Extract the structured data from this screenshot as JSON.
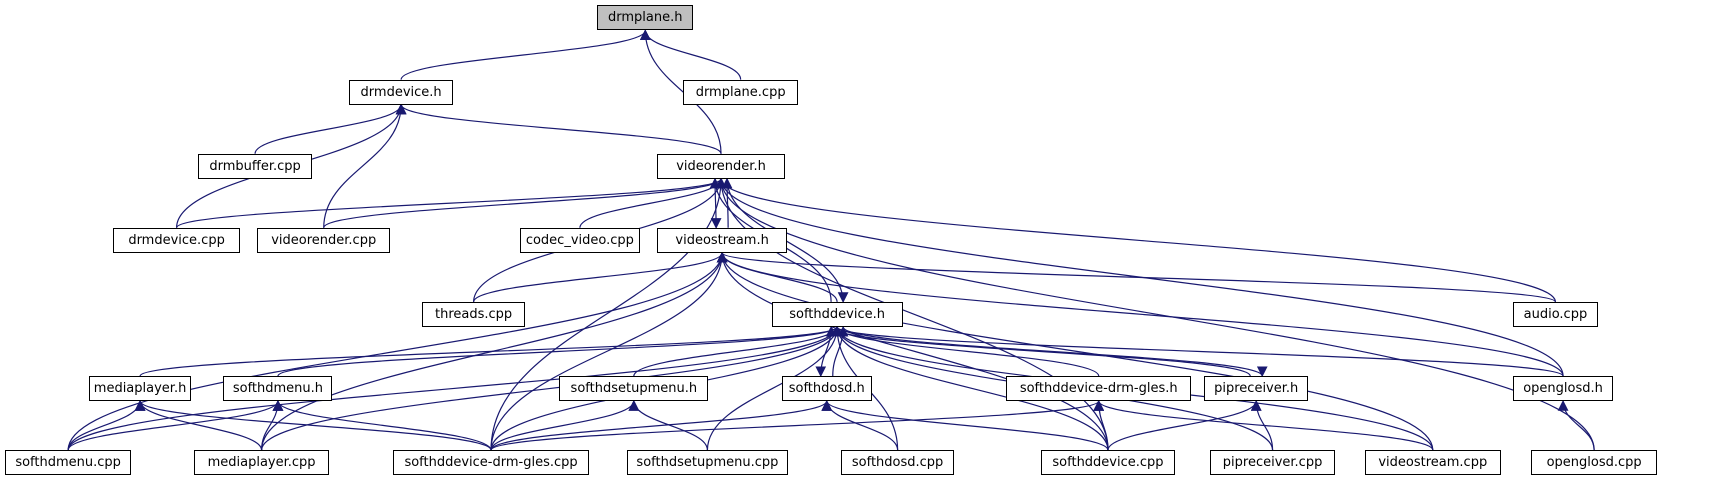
{
  "graph": {
    "type": "include-dependency-graph",
    "root": "drmplane.h",
    "colors": {
      "edge": "#191970",
      "node_border": "#000000",
      "root_fill": "#bfbfbf",
      "node_fill": "#ffffff"
    },
    "nodes": [
      "drmplane.h",
      "drmdevice.h",
      "drmplane.cpp",
      "drmbuffer.cpp",
      "videorender.h",
      "drmdevice.cpp",
      "videorender.cpp",
      "codec_video.cpp",
      "videostream.h",
      "threads.cpp",
      "audio.cpp",
      "softhddevice.h",
      "mediaplayer.h",
      "softhdmenu.h",
      "softhdsetupmenu.h",
      "softhdosd.h",
      "softhddevice-drm-gles.h",
      "pipreceiver.h",
      "openglosd.h",
      "softhdmenu.cpp",
      "mediaplayer.cpp",
      "softhddevice-drm-gles.cpp",
      "softhdsetupmenu.cpp",
      "softhdosd.cpp",
      "softhddevice.cpp",
      "pipreceiver.cpp",
      "videostream.cpp",
      "openglosd.cpp"
    ],
    "edges": [
      [
        "drmdevice.h",
        "drmplane.h"
      ],
      [
        "videorender.h",
        "drmplane.h"
      ],
      [
        "drmplane.cpp",
        "drmplane.h"
      ],
      [
        "drmbuffer.cpp",
        "drmdevice.h"
      ],
      [
        "drmdevice.cpp",
        "drmdevice.h"
      ],
      [
        "videorender.cpp",
        "drmdevice.h"
      ],
      [
        "videorender.h",
        "drmdevice.h"
      ],
      [
        "drmdevice.cpp",
        "videorender.h"
      ],
      [
        "videorender.cpp",
        "videorender.h"
      ],
      [
        "codec_video.cpp",
        "videorender.h"
      ],
      [
        "videostream.h",
        "videorender.h"
      ],
      [
        "threads.cpp",
        "videorender.h"
      ],
      [
        "softhddevice.h",
        "videorender.h"
      ],
      [
        "softhddevice-drm-gles.cpp",
        "videorender.h"
      ],
      [
        "audio.cpp",
        "videorender.h"
      ],
      [
        "openglosd.h",
        "videorender.h"
      ],
      [
        "softhddevice.cpp",
        "videorender.h"
      ],
      [
        "openglosd.cpp",
        "videorender.h"
      ],
      [
        "videorender.h",
        "videostream.h"
      ],
      [
        "threads.cpp",
        "videostream.h"
      ],
      [
        "softhddevice.h",
        "videostream.h"
      ],
      [
        "softhdmenu.cpp",
        "videostream.h"
      ],
      [
        "mediaplayer.cpp",
        "videostream.h"
      ],
      [
        "softhddevice-drm-gles.cpp",
        "videostream.h"
      ],
      [
        "audio.cpp",
        "videostream.h"
      ],
      [
        "openglosd.h",
        "videostream.h"
      ],
      [
        "softhddevice.cpp",
        "videostream.h"
      ],
      [
        "videostream.cpp",
        "videostream.h"
      ],
      [
        "videorender.h",
        "softhddevice.h"
      ],
      [
        "mediaplayer.h",
        "softhddevice.h"
      ],
      [
        "softhdmenu.h",
        "softhddevice.h"
      ],
      [
        "softhdsetupmenu.h",
        "softhddevice.h"
      ],
      [
        "softhdosd.h",
        "softhddevice.h"
      ],
      [
        "softhddevice-drm-gles.h",
        "softhddevice.h"
      ],
      [
        "pipreceiver.h",
        "softhddevice.h"
      ],
      [
        "openglosd.h",
        "softhddevice.h"
      ],
      [
        "softhdmenu.cpp",
        "softhddevice.h"
      ],
      [
        "mediaplayer.cpp",
        "softhddevice.h"
      ],
      [
        "softhddevice-drm-gles.cpp",
        "softhddevice.h"
      ],
      [
        "softhdsetupmenu.cpp",
        "softhddevice.h"
      ],
      [
        "softhdosd.cpp",
        "softhddevice.h"
      ],
      [
        "softhddevice.cpp",
        "softhddevice.h"
      ],
      [
        "pipreceiver.cpp",
        "softhddevice.h"
      ],
      [
        "videostream.cpp",
        "softhddevice.h"
      ],
      [
        "softhddevice.h",
        "softhdosd.h"
      ],
      [
        "softhddevice.h",
        "pipreceiver.h"
      ],
      [
        "softhdmenu.cpp",
        "mediaplayer.h"
      ],
      [
        "mediaplayer.cpp",
        "mediaplayer.h"
      ],
      [
        "softhddevice-drm-gles.cpp",
        "mediaplayer.h"
      ],
      [
        "softhdmenu.cpp",
        "softhdmenu.h"
      ],
      [
        "mediaplayer.cpp",
        "softhdmenu.h"
      ],
      [
        "softhddevice-drm-gles.cpp",
        "softhdmenu.h"
      ],
      [
        "softhddevice-drm-gles.cpp",
        "softhdsetupmenu.h"
      ],
      [
        "softhdsetupmenu.cpp",
        "softhdsetupmenu.h"
      ],
      [
        "softhddevice-drm-gles.cpp",
        "softhdosd.h"
      ],
      [
        "softhdosd.cpp",
        "softhdosd.h"
      ],
      [
        "softhddevice.cpp",
        "softhdosd.h"
      ],
      [
        "softhddevice-drm-gles.cpp",
        "softhddevice-drm-gles.h"
      ],
      [
        "softhddevice.cpp",
        "softhddevice-drm-gles.h"
      ],
      [
        "videostream.cpp",
        "softhddevice-drm-gles.h"
      ],
      [
        "softhddevice.cpp",
        "pipreceiver.h"
      ],
      [
        "pipreceiver.cpp",
        "pipreceiver.h"
      ],
      [
        "openglosd.cpp",
        "openglosd.h"
      ]
    ]
  }
}
